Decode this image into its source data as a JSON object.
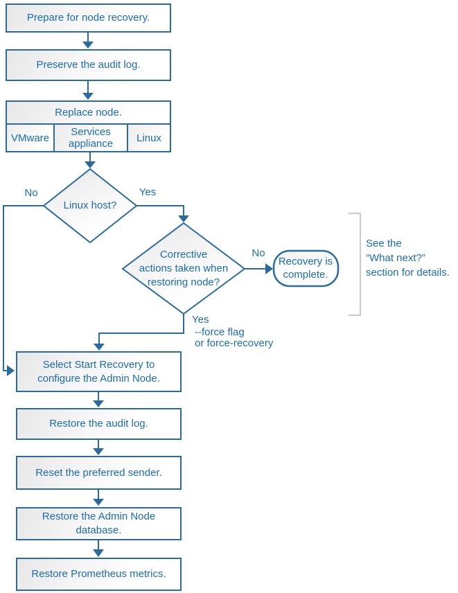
{
  "colors": {
    "stroke": "#2a6a9d",
    "text": "#1b6cb5",
    "bracket": "#c9c9c9"
  },
  "steps": {
    "prepare": "Prepare for node recovery.",
    "preserve": "Preserve the audit log.",
    "replace": "Replace node.",
    "platforms": [
      "VMware",
      "Services appliance",
      "Linux"
    ],
    "select_recovery": [
      "Select Start Recovery to",
      "configure the Admin Node."
    ],
    "restore_audit": "Restore the audit log.",
    "reset_sender": "Reset the preferred sender.",
    "restore_db": [
      "Restore the Admin Node",
      "database."
    ],
    "restore_prometheus": "Restore Prometheus metrics."
  },
  "decisions": {
    "linux_host": "Linux host?",
    "corrective": [
      "Corrective",
      "actions taken when",
      "restoring node?"
    ]
  },
  "terminal": {
    "recovery_complete": [
      "Recovery is",
      "complete."
    ]
  },
  "labels": {
    "yes": "Yes",
    "no": "No",
    "force_note": [
      "--force flag",
      "or force-recovery"
    ],
    "see_note": [
      "See the",
      "“What next?”",
      "section for details."
    ]
  }
}
